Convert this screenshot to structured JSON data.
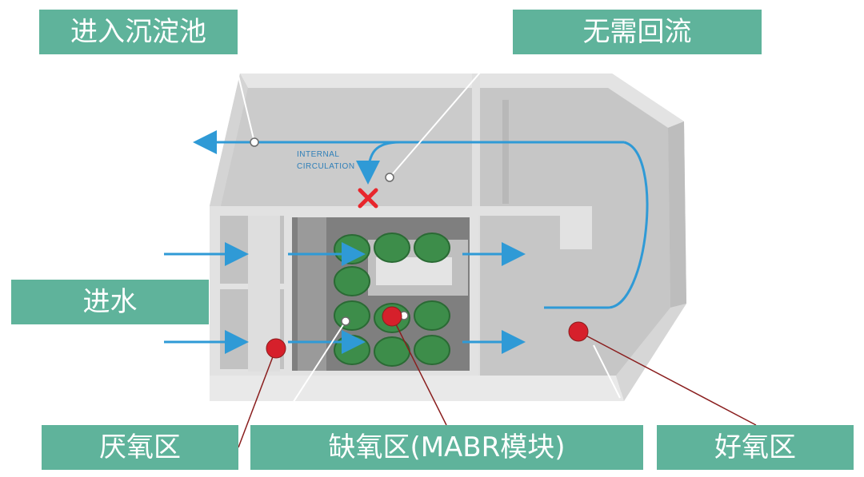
{
  "labels": {
    "sedimentation": "进入沉淀池",
    "no_return": "无需回流",
    "inflow": "进水",
    "anaerobic": "厌氧区",
    "anoxic": "缺氧区(MABR模块)",
    "aerobic": "好氧区"
  },
  "internal_circulation": [
    "INTERNAL",
    "CIRCULATION"
  ],
  "colors": {
    "label_bg": "#5fb39b",
    "label_text": "#ffffff",
    "flow_arrow": "#2f9ad6",
    "module_green": "#3d8d4a",
    "marker_red": "#d6202b",
    "cross_red": "#e8262c",
    "wall_light": "#dcdcdc",
    "floor": "#c9c9c9",
    "leader_dark": "#8a1e1e"
  }
}
